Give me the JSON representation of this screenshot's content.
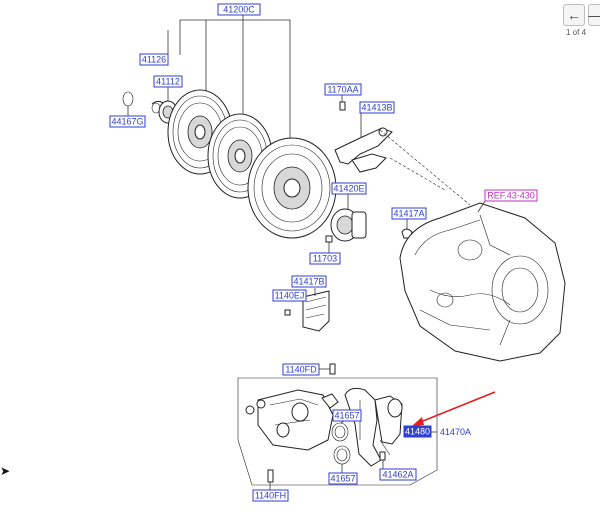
{
  "pager": {
    "prev_icon": "arrow-left-icon",
    "next_icon": "arrow-right-icon",
    "page_text": "1 of 4"
  },
  "labels": {
    "l41200C": "41200C",
    "l41126": "41126",
    "l41112": "41112",
    "l44167G": "44167G",
    "l1170AA": "1170AA",
    "l41413B": "41413B",
    "l41420E": "41420E",
    "l41417A": "41417A",
    "l11703": "11703",
    "lREF": "REF.43-430",
    "l41417B": "41417B",
    "l1140EJ": "1140EJ",
    "l1140FD": "1140FD",
    "l41657a": "41657",
    "l41657b": "41657",
    "l41480": "41480",
    "l41470A": "41470A",
    "l41462A": "41462A",
    "l1140FH": "1140FH"
  },
  "colors": {
    "label_blue": "#2f3fd0",
    "ref_magenta": "#c030c0",
    "callout_red": "#e02020"
  }
}
